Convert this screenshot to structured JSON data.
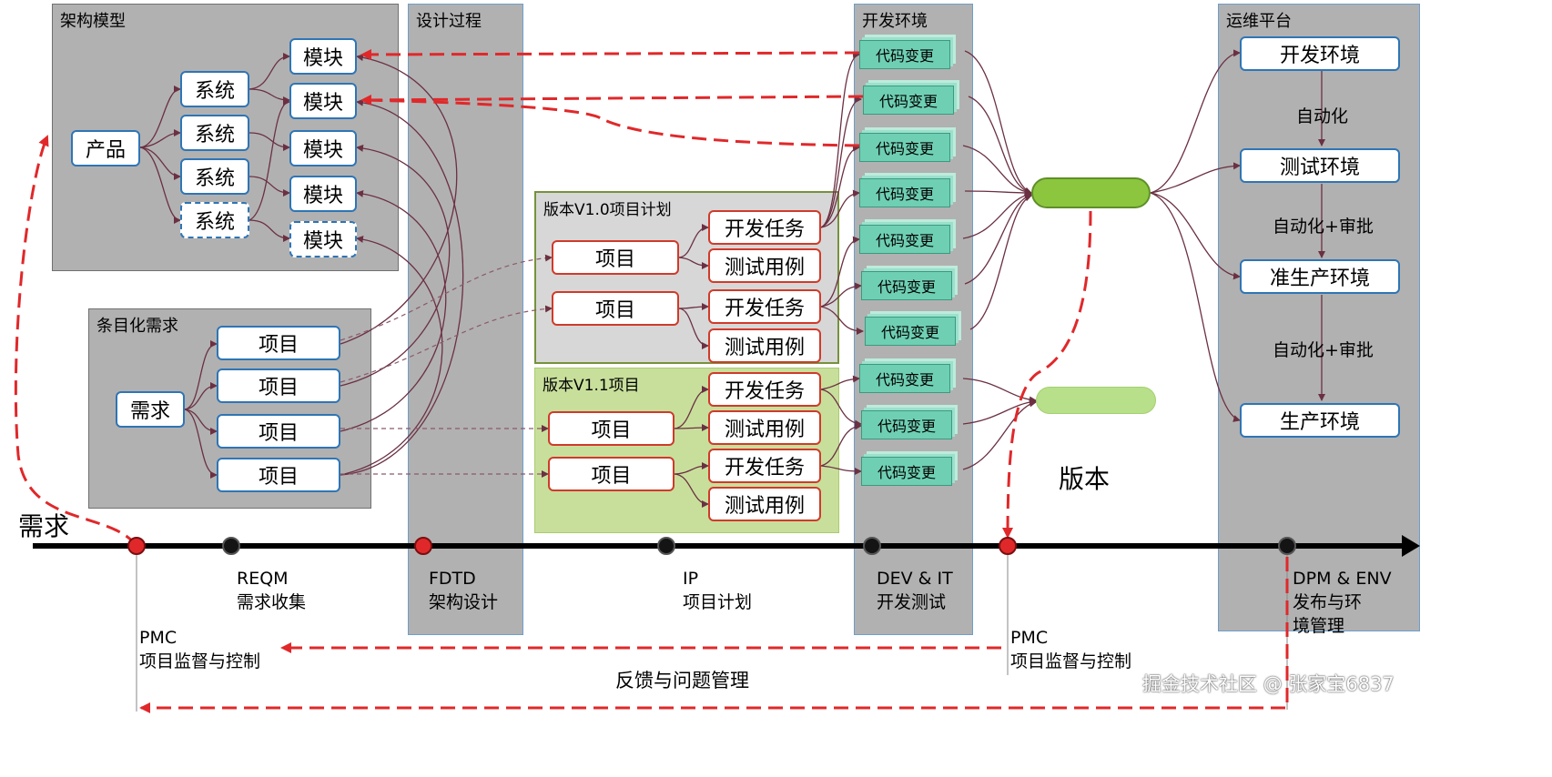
{
  "panels": {
    "arch": {
      "title": "架构模型"
    },
    "design": {
      "title": "设计过程"
    },
    "dev": {
      "title": "开发环境"
    },
    "ops": {
      "title": "运维平台"
    },
    "req": {
      "title": "条目化需求"
    }
  },
  "arch": {
    "product": "产品",
    "systems": [
      "系统",
      "系统",
      "系统",
      "系统"
    ],
    "modules": [
      "模块",
      "模块",
      "模块",
      "模块",
      "模块"
    ]
  },
  "requirements": {
    "root": "需求",
    "items": [
      "项目",
      "项目",
      "项目",
      "项目"
    ]
  },
  "versions": [
    {
      "title": "版本V1.0项目计划",
      "projects": [
        "项目",
        "项目"
      ],
      "tasks": [
        "开发任务",
        "测试用例",
        "开发任务",
        "测试用例"
      ]
    },
    {
      "title": "版本V1.1项目",
      "projects": [
        "项目",
        "项目"
      ],
      "tasks": [
        "开发任务",
        "测试用例",
        "开发任务",
        "测试用例"
      ]
    }
  ],
  "code_changes": [
    "代码变更",
    "代码变更",
    "代码变更",
    "代码变更",
    "代码变更",
    "代码变更",
    "代码变更",
    "代码变更",
    "代码变更",
    "代码变更"
  ],
  "version_label": "版本",
  "ops": {
    "envs": [
      "开发环境",
      "测试环境",
      "准生产环境",
      "生产环境"
    ],
    "transitions": [
      "自动化",
      "自动化+审批",
      "自动化+审批"
    ]
  },
  "timeline": {
    "start_label": "需求",
    "milestones": [
      {
        "code": "REQM",
        "name": "需求收集"
      },
      {
        "code": "FDTD",
        "name": "架构设计"
      },
      {
        "code": "IP",
        "name": "项目计划"
      },
      {
        "code": "DEV & IT",
        "name": "开发测试"
      },
      {
        "code": "DPM & ENV",
        "name": "发布与环",
        "name2": "境管理"
      }
    ],
    "pmc": [
      {
        "code": "PMC",
        "name": "项目监督与控制"
      },
      {
        "code": "PMC",
        "name": "项目监督与控制"
      }
    ]
  },
  "feedback_label": "反馈与问题管理",
  "watermark": "掘金技术社区 @ 张家宝6837",
  "colors": {
    "panel_gray": "#b1b1b1",
    "blue_border": "#2e75b6",
    "red_border": "#d03a2a",
    "code_teal": "#6fcfb3",
    "version_green": "#8cc63f",
    "dashed_red": "#e0282a",
    "curve": "#6b3042"
  }
}
